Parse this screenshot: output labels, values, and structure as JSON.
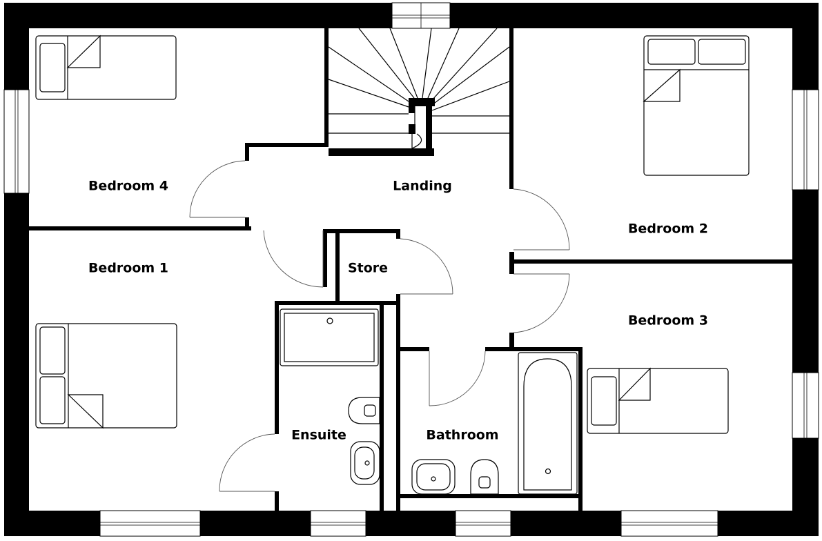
{
  "rooms": {
    "bedroom4": "Bedroom 4",
    "landing": "Landing",
    "bedroom2": "Bedroom 2",
    "bedroom1": "Bedroom 1",
    "store": "Store",
    "bedroom3": "Bedroom 3",
    "ensuite": "Ensuite",
    "bathroom": "Bathroom"
  },
  "colors": {
    "wall": "#000000",
    "background": "#ffffff",
    "door_swing": "#555555"
  }
}
